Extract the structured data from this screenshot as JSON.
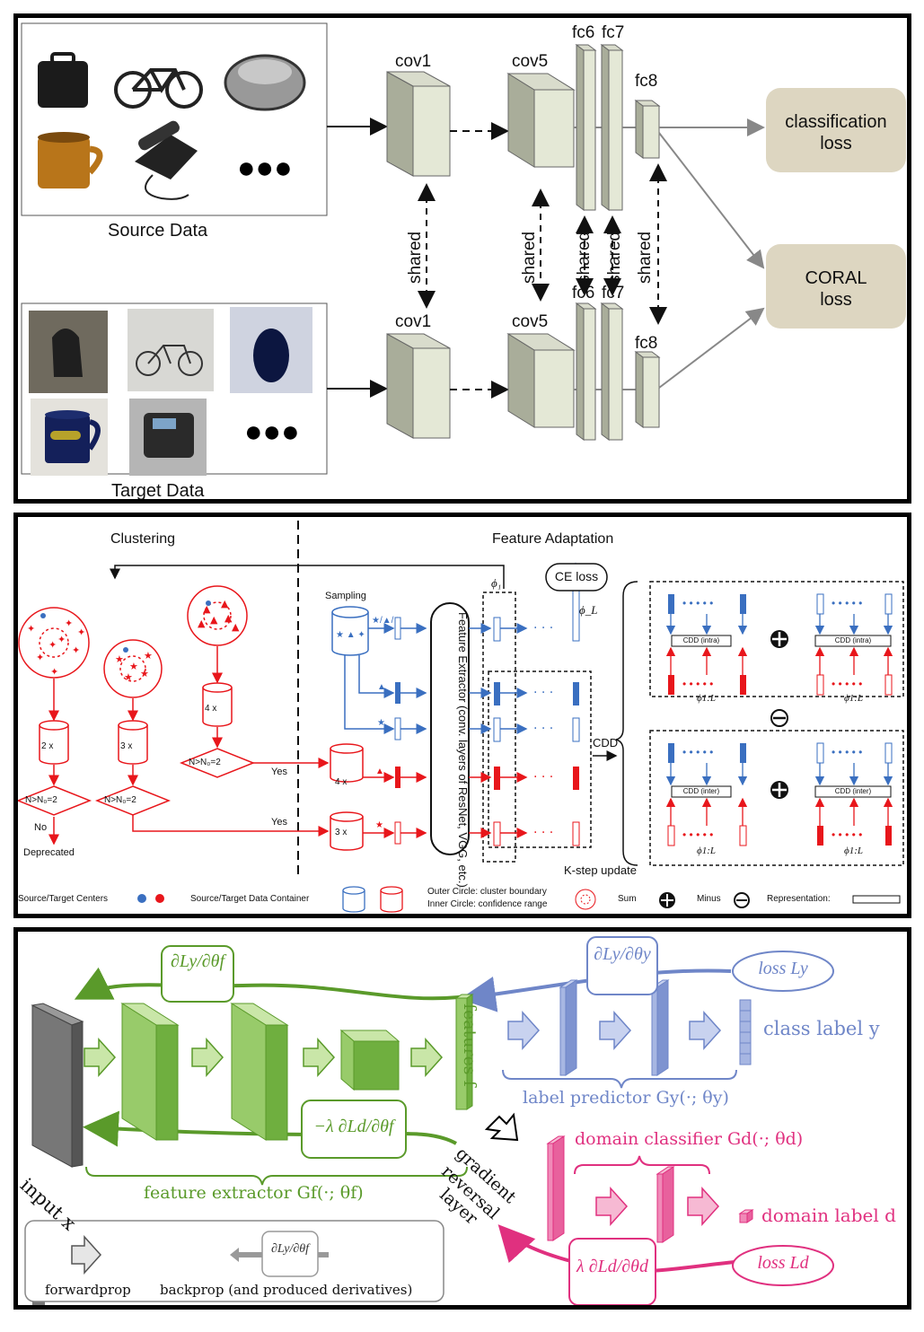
{
  "panel1": {
    "source_caption": "Source Data",
    "target_caption": "Target Data",
    "layers_top": [
      "cov1",
      "cov5",
      "fc6",
      "fc7",
      "fc8"
    ],
    "layers_bottom": [
      "cov1",
      "cov5",
      "fc6",
      "fc7",
      "fc8"
    ],
    "shared": "shared",
    "classification_loss": "classification\nloss",
    "coral_loss": "CORAL\nloss",
    "source_images": [
      "briefcase",
      "bicycle",
      "mouse",
      "mug",
      "phone"
    ],
    "target_images": [
      "backpack",
      "bicycle",
      "mouse",
      "mug",
      "phone"
    ],
    "ellipsis": "●●●"
  },
  "panel2": {
    "clustering": "Clustering",
    "feature_adaptation": "Feature Adaptation",
    "sampling": "Sampling",
    "ce_loss": "CE loss",
    "phi1": "ϕ₁",
    "phiL": "ϕ_L",
    "feature_extractor": "Feature Extractor (conv. layers of ResNet, VGG, etc.)",
    "cdd": "CDD",
    "cdd_intra": "CDD (intra)",
    "cdd_inter": "CDD (inter)",
    "phi_range": "ϕ1:L",
    "k_step": "K-step update",
    "counts": [
      "2 x",
      "3 x",
      "4 x"
    ],
    "cond": "N>N₀=2",
    "yes": "Yes",
    "no": "No",
    "deprecated": "Deprecated",
    "legend": {
      "centers": "Source/Target Centers",
      "container": "Source/Target Data Container",
      "outer": "Outer Circle: cluster boundary",
      "inner": "Inner Circle: confidence range",
      "sum": "Sum",
      "minus": "Minus",
      "representation": "Representation:"
    },
    "colors": {
      "source": "#3a6fc0",
      "target": "#e8161b"
    }
  },
  "panel3": {
    "grad_ly_theta_f": "∂Ly/∂θf",
    "grad_ly_theta_y": "∂Ly/∂θy",
    "loss_ly": "loss Ly",
    "class_label": "class label y",
    "features": "features f",
    "input": "input x",
    "label_predictor": "label predictor Gy(·; θy)",
    "neg_lambda_grad": "−λ ∂Ld/∂θf",
    "gradient_reversal": [
      "gradient",
      "reversal",
      "layer"
    ],
    "domain_classifier": "domain classifier Gd(·; θd)",
    "feature_extractor": "feature extractor Gf(·; θf)",
    "domain_label": "domain label d",
    "lambda_grad": "λ ∂Ld/∂θd",
    "loss_ld": "loss Ld",
    "forwardprop": "forwardprop",
    "backprop": "backprop (and produced derivatives)",
    "colors": {
      "green": "#5a9a2a",
      "blue": "#6f86c8",
      "pink": "#e0307f"
    }
  }
}
